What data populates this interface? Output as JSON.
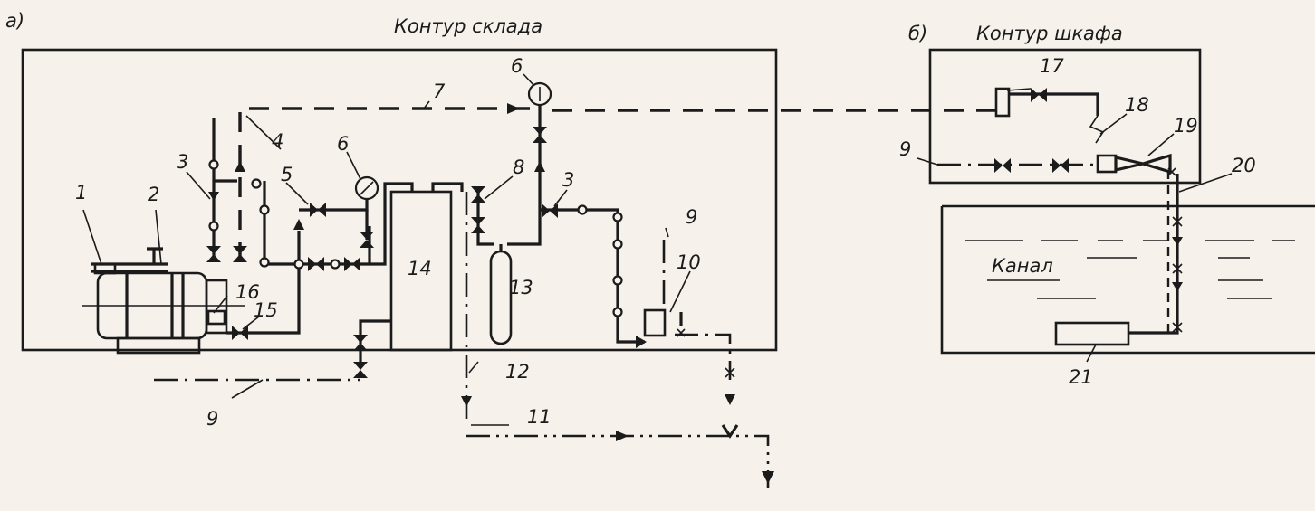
{
  "panel_a": {
    "tag": "а)",
    "title": "Контур склада"
  },
  "panel_b": {
    "tag": "б)",
    "title": "Контур шкафа",
    "water_label": "Канал"
  },
  "callouts": {
    "c1": "1",
    "c2": "2",
    "c3a": "3",
    "c3b": "3",
    "c4": "4",
    "c5": "5",
    "c6a": "6",
    "c6b": "6",
    "c7": "7",
    "c8": "8",
    "c9a": "9",
    "c9b": "9",
    "c9c": "9",
    "c10": "10",
    "c11": "11",
    "c12": "12",
    "c13": "13",
    "c14": "14",
    "c15": "15",
    "c16": "16",
    "c17": "17",
    "c18": "18",
    "c19": "19",
    "c20": "20",
    "c21": "21"
  },
  "colors": {
    "ink": "#1b1b1b",
    "paper": "#f6f1ea"
  }
}
